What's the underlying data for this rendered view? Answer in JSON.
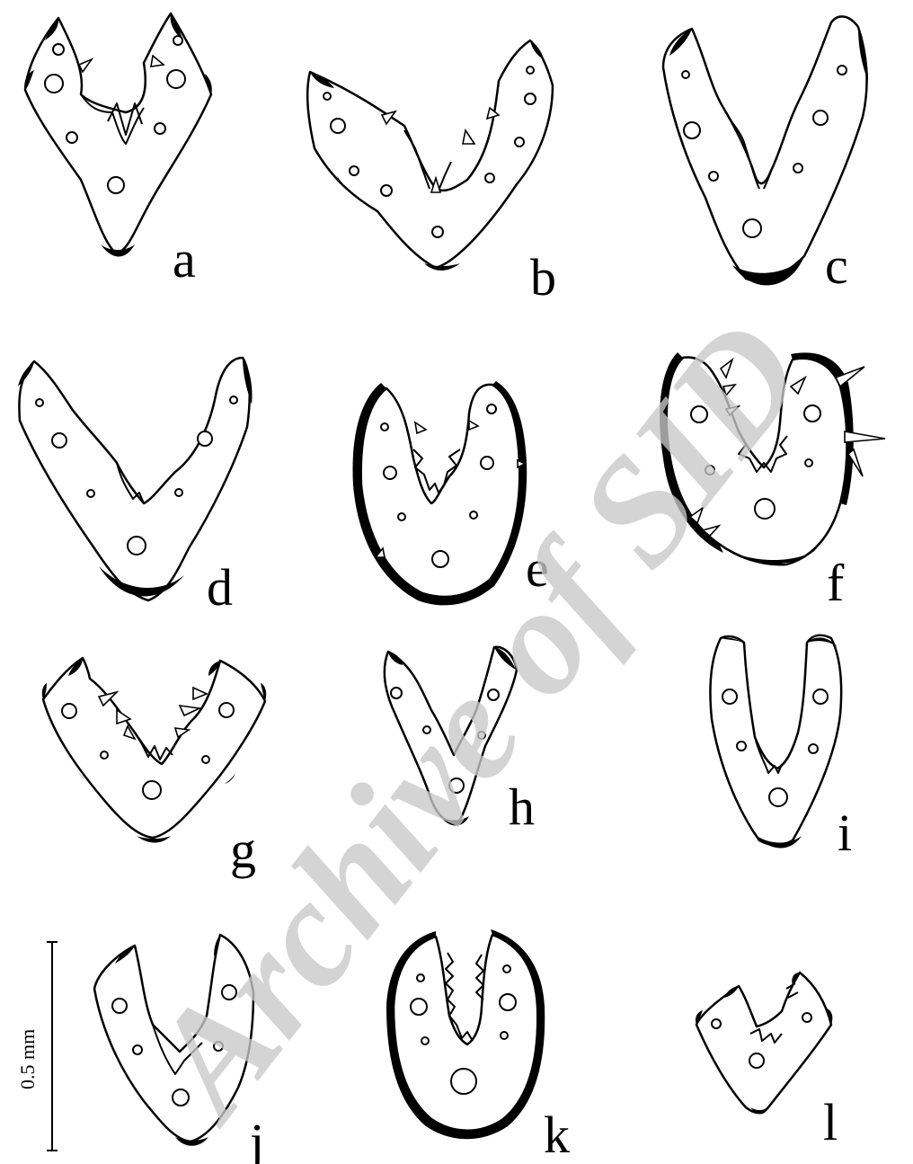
{
  "figure": {
    "panels": [
      {
        "id": "a",
        "label": "a"
      },
      {
        "id": "b",
        "label": "b"
      },
      {
        "id": "c",
        "label": "c"
      },
      {
        "id": "d",
        "label": "d"
      },
      {
        "id": "e",
        "label": "e"
      },
      {
        "id": "f",
        "label": "f"
      },
      {
        "id": "g",
        "label": "g"
      },
      {
        "id": "h",
        "label": "h"
      },
      {
        "id": "i",
        "label": "i"
      },
      {
        "id": "j",
        "label": "j"
      },
      {
        "id": "k",
        "label": "k"
      },
      {
        "id": "l",
        "label": "l"
      }
    ],
    "scale_bar": {
      "label": "0.5 mm"
    },
    "watermark": {
      "text": "Archive of SID"
    },
    "colors": {
      "ink": "#000000",
      "background": "#ffffff",
      "watermark": "#c9c9c9"
    }
  }
}
